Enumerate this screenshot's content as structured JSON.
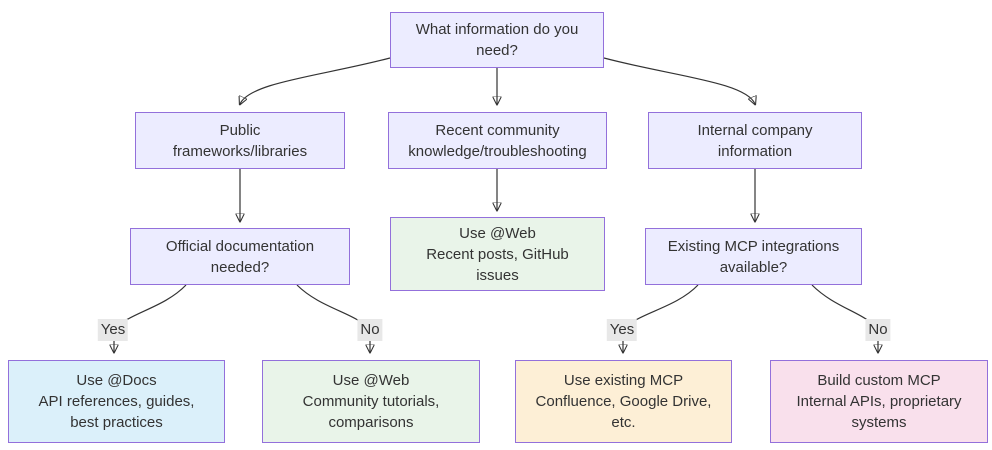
{
  "diagram": {
    "type": "flowchart",
    "direction": "top-down",
    "nodes": {
      "root": {
        "text": "What information do you\nneed?",
        "fill": "#ECECFF"
      },
      "public_frameworks": {
        "text": "Public\nframeworks/libraries",
        "fill": "#ECECFF"
      },
      "recent_community": {
        "text": "Recent community\nknowledge/troubleshooting",
        "fill": "#ECECFF"
      },
      "internal_company": {
        "text": "Internal company\ninformation",
        "fill": "#ECECFF"
      },
      "official_docs_q": {
        "text": "Official documentation\nneeded?",
        "fill": "#ECECFF"
      },
      "use_web_recent": {
        "text": "Use @Web\nRecent posts, GitHub\nissues",
        "fill": "#E9F4E9"
      },
      "existing_mcp_q": {
        "text": "Existing MCP integrations\navailable?",
        "fill": "#ECECFF"
      },
      "use_docs": {
        "text": "Use @Docs\nAPI references, guides,\nbest practices",
        "fill": "#DBF0FA"
      },
      "use_web_community": {
        "text": "Use @Web\nCommunity tutorials,\ncomparisons",
        "fill": "#E9F4E9"
      },
      "use_existing_mcp": {
        "text": "Use existing MCP\nConfluence, Google Drive,\netc.",
        "fill": "#FDEFD6"
      },
      "build_custom_mcp": {
        "text": "Build custom MCP\nInternal APIs, proprietary\nsystems",
        "fill": "#F9E0EC"
      }
    },
    "edges": [
      {
        "from": "root",
        "to": "public_frameworks",
        "label": ""
      },
      {
        "from": "root",
        "to": "recent_community",
        "label": ""
      },
      {
        "from": "root",
        "to": "internal_company",
        "label": ""
      },
      {
        "from": "public_frameworks",
        "to": "official_docs_q",
        "label": ""
      },
      {
        "from": "recent_community",
        "to": "use_web_recent",
        "label": ""
      },
      {
        "from": "internal_company",
        "to": "existing_mcp_q",
        "label": ""
      },
      {
        "from": "official_docs_q",
        "to": "use_docs",
        "label": "Yes"
      },
      {
        "from": "official_docs_q",
        "to": "use_web_community",
        "label": "No"
      },
      {
        "from": "existing_mcp_q",
        "to": "use_existing_mcp",
        "label": "Yes"
      },
      {
        "from": "existing_mcp_q",
        "to": "build_custom_mcp",
        "label": "No"
      }
    ],
    "colors": {
      "node_border": "#9370DB",
      "edge_line": "#333333",
      "edge_label_bg": "#E8E8E8",
      "text": "#333333",
      "default_fill": "#ECECFF",
      "green_fill": "#E9F4E9",
      "blue_fill": "#DBF0FA",
      "orange_fill": "#FDEFD6",
      "pink_fill": "#F9E0EC"
    }
  }
}
